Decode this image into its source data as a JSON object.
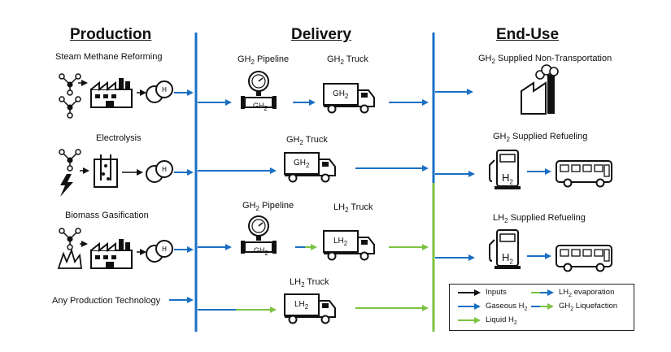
{
  "headers": {
    "production": "Production",
    "delivery": "Delivery",
    "end_use": "End-Use"
  },
  "production": {
    "smr": "Steam Methane Reforming",
    "electrolysis": "Electrolysis",
    "biomass": "Biomass Gasification",
    "any": "Any Production Technology"
  },
  "delivery": {
    "gh2_pipeline_1": "GH2 Pipeline",
    "gh2_truck_1": "GH2 Truck",
    "gh2_truck_2": "GH2 Truck",
    "gh2_pipeline_2": "GH2 Pipeline",
    "lh2_truck_1": "LH2 Truck",
    "lh2_truck_2": "LH2 Truck",
    "pipe_tag": "GH2",
    "truck_gh2": "GH2",
    "truck_lh2": "LH2"
  },
  "end_use": {
    "non_transport": "GH2 Supplied Non-Transportation",
    "gh2_refuel": "GH2 Supplied Refueling",
    "lh2_refuel": "LH2 Supplied Refueling",
    "pump_tag": "H2"
  },
  "legend": {
    "inputs": "Inputs",
    "gaseous": "Gaseous H2",
    "liquid": "Liquid H2",
    "lh2_evap": "LH2 evaporation",
    "gh2_liq": "GH2 Liquefaction"
  },
  "colors": {
    "blue": "#1a6fc4",
    "green": "#7dc242",
    "black": "#111111"
  }
}
